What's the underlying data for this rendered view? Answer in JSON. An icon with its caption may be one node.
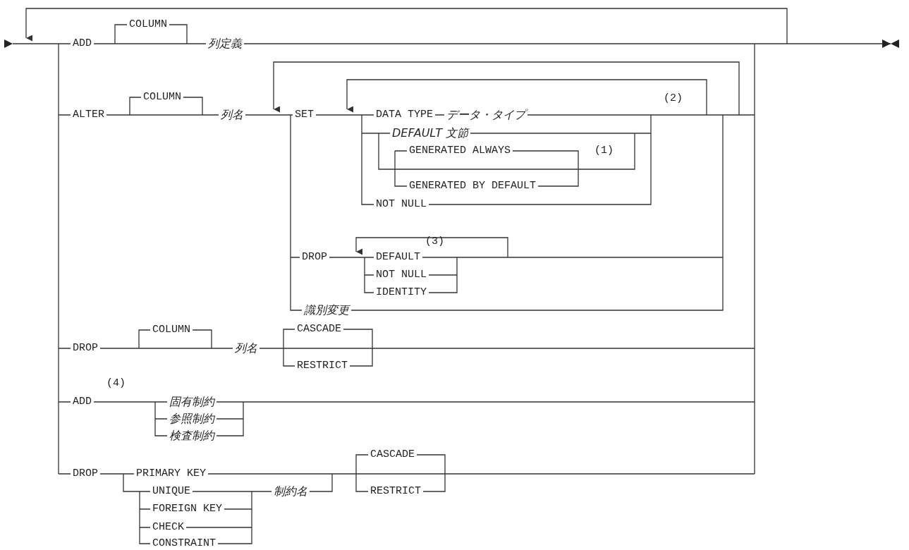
{
  "diagram": {
    "labels": [
      "COLUMN",
      "ADD",
      "列定義",
      "COLUMN",
      "(2)",
      "ALTER",
      "列名",
      "SET",
      "DATA TYPE",
      "データ・タイプ",
      "DEFAULT 文節",
      "GENERATED ALWAYS",
      "(1)",
      "GENERATED BY DEFAULT",
      "NOT NULL",
      "(3)",
      "DROP",
      "DEFAULT",
      "NOT NULL",
      "IDENTITY",
      "識別変更",
      "COLUMN",
      "CASCADE",
      "DROP",
      "列名",
      "RESTRICT",
      "(4)",
      "ADD",
      "固有制約",
      "参照制約",
      "検査制約",
      "CASCADE",
      "DROP",
      "PRIMARY KEY",
      "UNIQUE",
      "制約名",
      "RESTRICT",
      "FOREIGN KEY",
      "CHECK",
      "CONSTRAINT"
    ]
  }
}
